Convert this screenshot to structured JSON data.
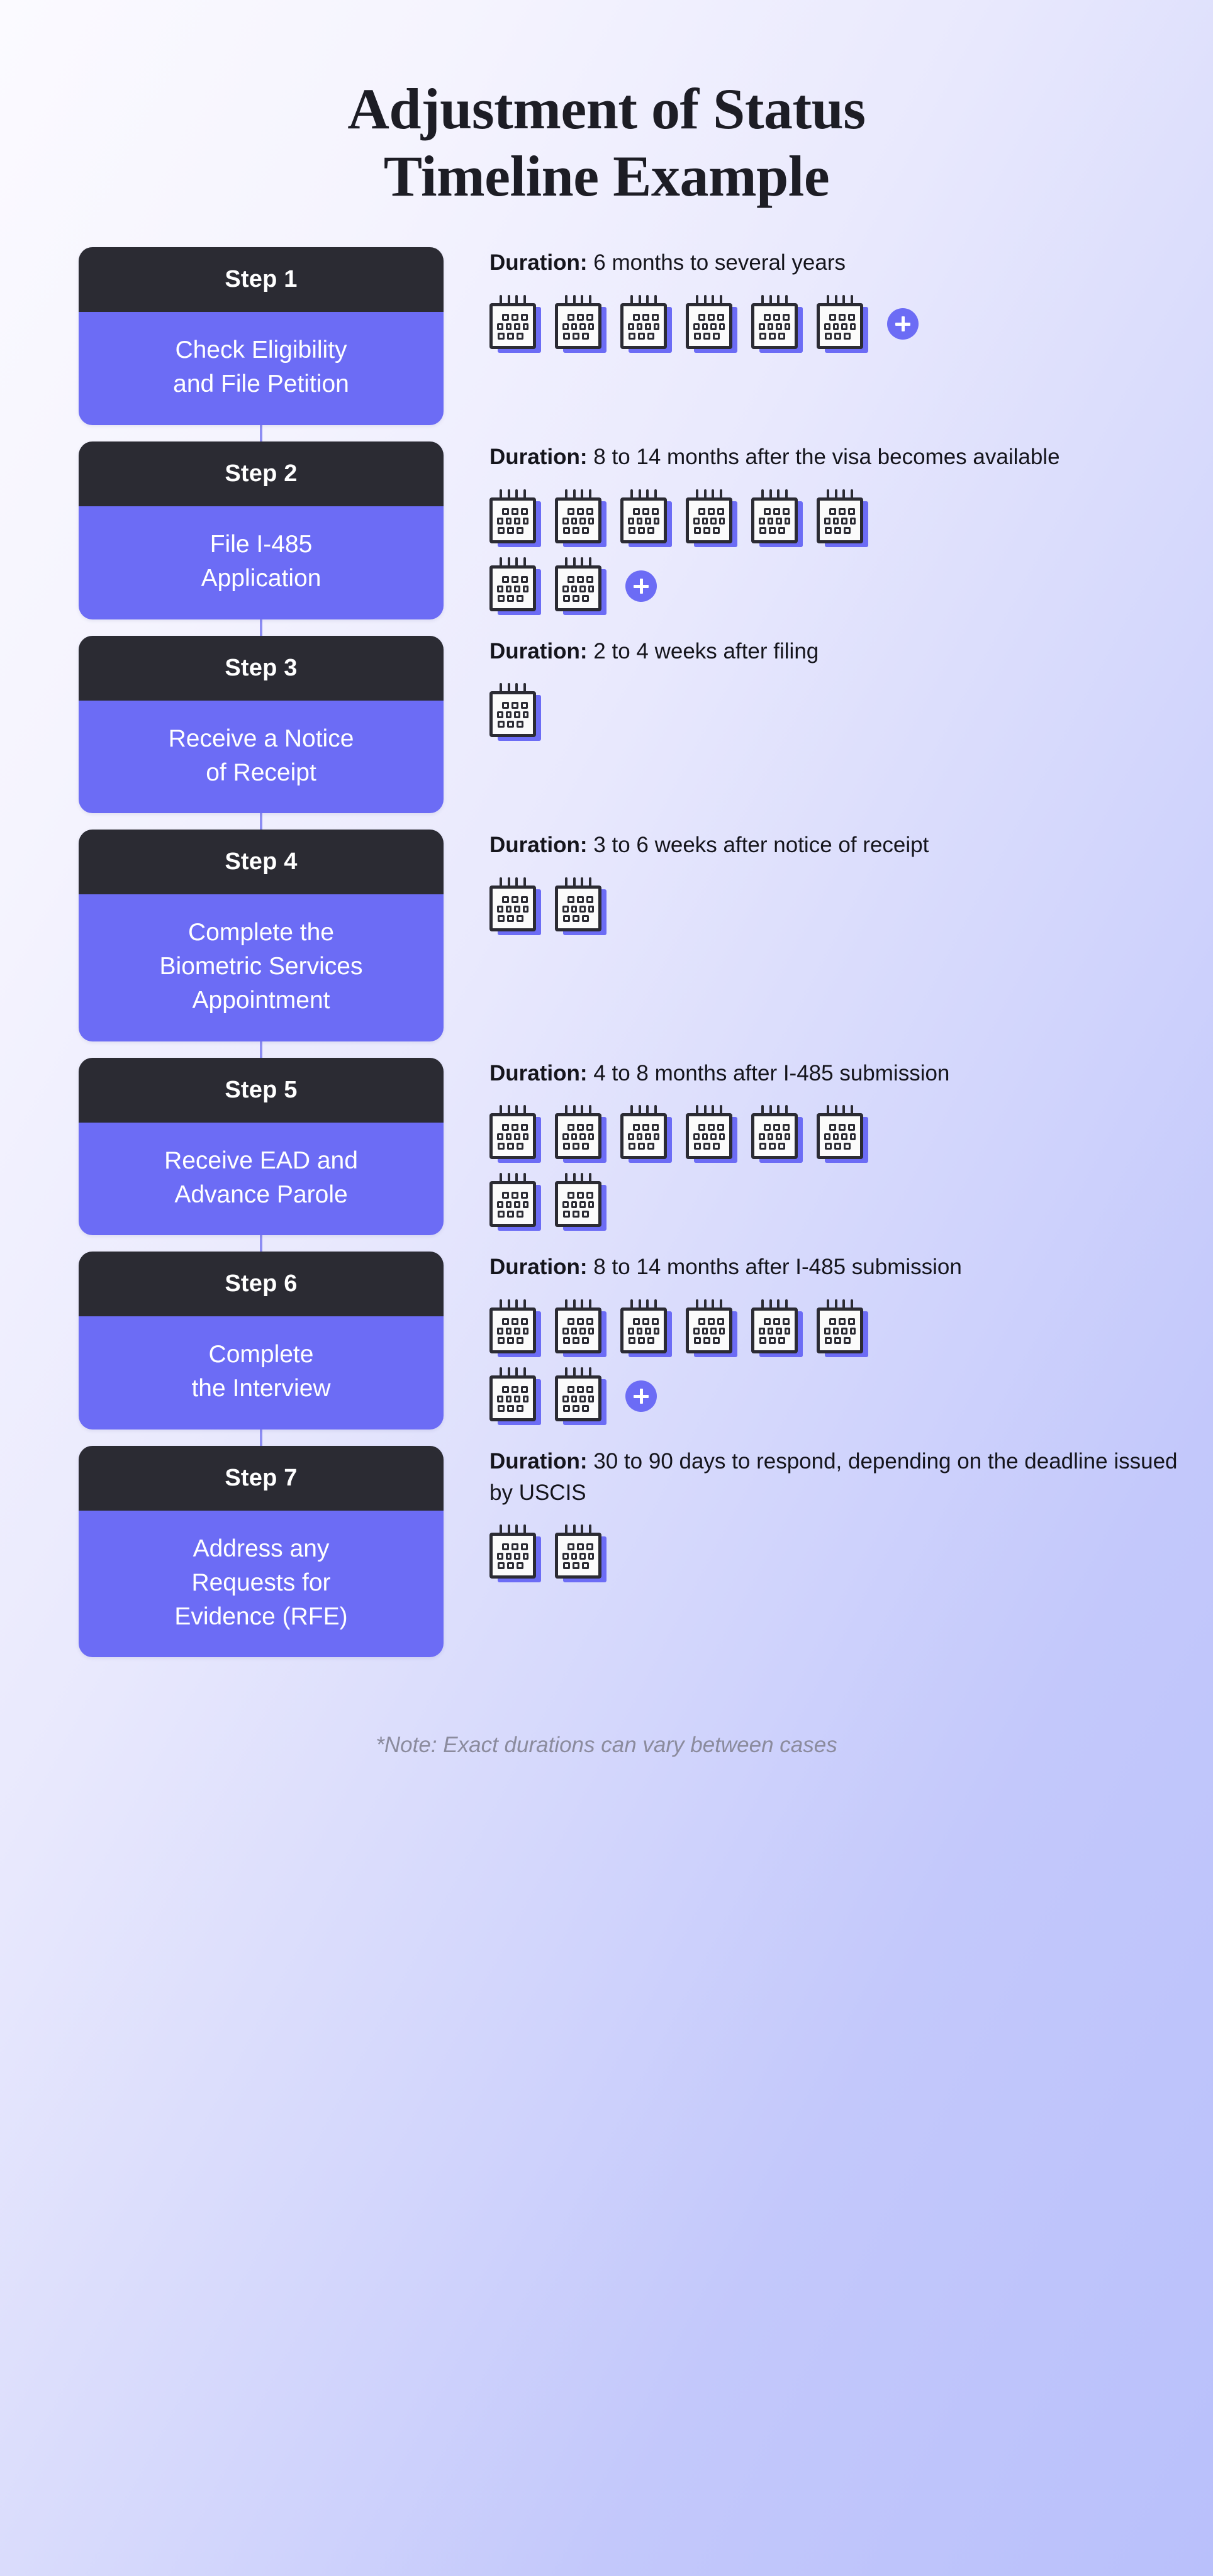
{
  "title": {
    "line1": "Adjustment of Status",
    "line2": "Timeline Example"
  },
  "duration_label": "Duration:",
  "icons": {
    "calendar": "calendar-icon",
    "plus": "plus-icon"
  },
  "colors": {
    "accent_purple": "#6c6cf5",
    "header_dark": "#2b2b33",
    "connector": "#8d8df3",
    "note_gray": "#8b8b9d",
    "bg_start": "#fbfaff",
    "bg_end": "#b9c0fb"
  },
  "steps": [
    {
      "number": "Step 1",
      "title": "Check Eligibility\nand File Petition",
      "duration_text": "6 months to several years",
      "calendar_rows": [
        6
      ],
      "has_plus": true,
      "plus_row": 0
    },
    {
      "number": "Step 2",
      "title": "File I-485\nApplication",
      "duration_text": "8 to 14 months after the visa becomes available",
      "calendar_rows": [
        6,
        2
      ],
      "has_plus": true,
      "plus_row": 1
    },
    {
      "number": "Step 3",
      "title": "Receive a Notice\nof Receipt",
      "duration_text": "2 to 4 weeks after filing",
      "calendar_rows": [
        1
      ],
      "has_plus": false,
      "plus_row": -1
    },
    {
      "number": "Step 4",
      "title": "Complete the\nBiometric Services\nAppointment",
      "duration_text": "3 to 6 weeks after notice of receipt",
      "calendar_rows": [
        2
      ],
      "has_plus": false,
      "plus_row": -1
    },
    {
      "number": "Step 5",
      "title": "Receive EAD and\nAdvance Parole",
      "duration_text": "4 to 8 months after I-485 submission",
      "calendar_rows": [
        6,
        2
      ],
      "has_plus": false,
      "plus_row": -1
    },
    {
      "number": "Step 6",
      "title": "Complete\nthe Interview",
      "duration_text": "8 to 14 months after I-485 submission",
      "calendar_rows": [
        6,
        2
      ],
      "has_plus": true,
      "plus_row": 1
    },
    {
      "number": "Step 7",
      "title": "Address any\nRequests for\nEvidence (RFE)",
      "duration_text": "30 to 90 days to respond, depending on the deadline issued by USCIS",
      "calendar_rows": [
        2
      ],
      "has_plus": false,
      "plus_row": -1
    }
  ],
  "footer_note": "*Note: Exact durations can vary between cases"
}
